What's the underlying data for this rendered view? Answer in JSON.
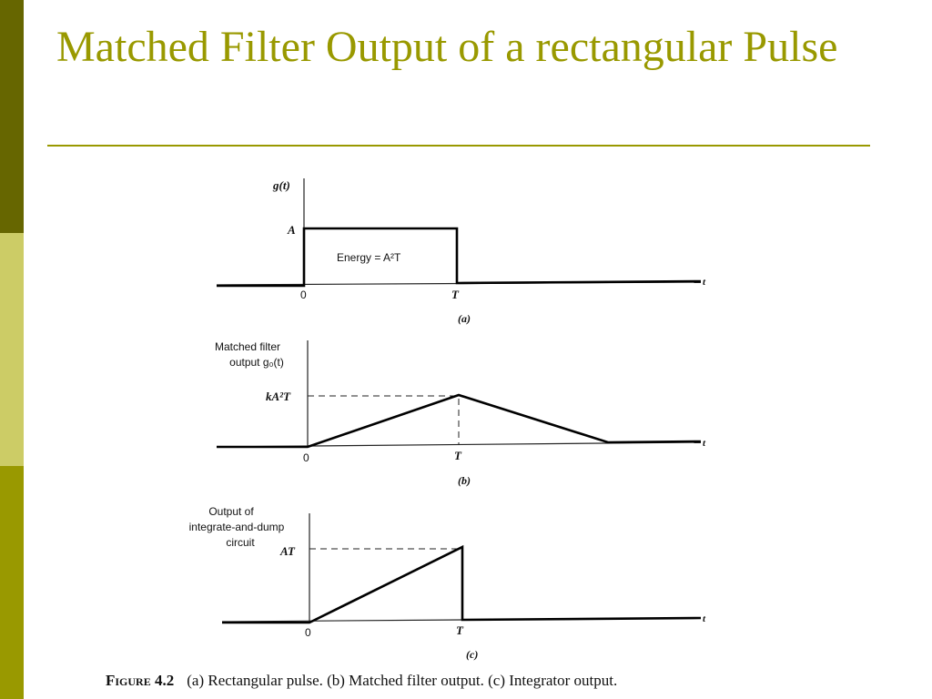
{
  "slide": {
    "title": "Matched Filter Output of a rectangular Pulse"
  },
  "theme": {
    "accent": "#999900",
    "bar_dark": "#666600",
    "bar_light": "#CCCC66",
    "bar_mid": "#999900"
  },
  "figure": {
    "panel_a": {
      "y_label": "g(t)",
      "level_label": "A",
      "energy_label": "Energy = A²T",
      "origin_label": "0",
      "t_end_label": "T",
      "axis_label": "t",
      "sub_label": "(a)"
    },
    "panel_b": {
      "y_label_line1": "Matched filter",
      "y_label_line2": "output g₀(t)",
      "peak_label": "kA²T",
      "origin_label": "0",
      "t_end_label": "T",
      "axis_label": "t",
      "sub_label": "(b)"
    },
    "panel_c": {
      "y_label_line1": "Output of",
      "y_label_line2": "integrate-and-dump",
      "y_label_line3": "circuit",
      "peak_label": "AT",
      "origin_label": "0",
      "t_end_label": "T",
      "axis_label": "t",
      "sub_label": "(c)"
    },
    "caption": {
      "label": "Figure 4.2",
      "text": "(a) Rectangular pulse. (b) Matched filter output. (c) Integrator output."
    }
  }
}
